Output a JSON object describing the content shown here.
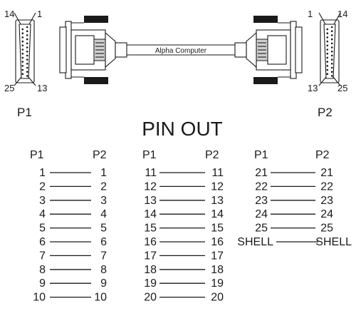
{
  "cable_label": "Alpha Computer",
  "connector_left": {
    "name": "P1",
    "top_left_pin": "14",
    "top_right_pin": "1",
    "bottom_left_pin": "25",
    "bottom_right_pin": "13"
  },
  "connector_right": {
    "name": "P2",
    "top_left_pin": "1",
    "top_right_pin": "14",
    "bottom_left_pin": "13",
    "bottom_right_pin": "25"
  },
  "title": "PIN OUT",
  "columns": [
    {
      "p1_header": "P1",
      "p2_header": "P2",
      "rows": [
        [
          "1",
          "1"
        ],
        [
          "2",
          "2"
        ],
        [
          "3",
          "3"
        ],
        [
          "4",
          "4"
        ],
        [
          "5",
          "5"
        ],
        [
          "6",
          "6"
        ],
        [
          "7",
          "7"
        ],
        [
          "8",
          "8"
        ],
        [
          "9",
          "9"
        ],
        [
          "10",
          "10"
        ]
      ]
    },
    {
      "p1_header": "P1",
      "p2_header": "P2",
      "rows": [
        [
          "11",
          "11"
        ],
        [
          "12",
          "12"
        ],
        [
          "13",
          "13"
        ],
        [
          "14",
          "14"
        ],
        [
          "15",
          "15"
        ],
        [
          "16",
          "16"
        ],
        [
          "17",
          "17"
        ],
        [
          "18",
          "18"
        ],
        [
          "19",
          "19"
        ],
        [
          "20",
          "20"
        ]
      ]
    },
    {
      "p1_header": "P1",
      "p2_header": "P2",
      "rows": [
        [
          "21",
          "21"
        ],
        [
          "22",
          "22"
        ],
        [
          "23",
          "23"
        ],
        [
          "24",
          "24"
        ],
        [
          "25",
          "25"
        ],
        [
          "SHELL",
          "SHELL"
        ]
      ]
    }
  ]
}
